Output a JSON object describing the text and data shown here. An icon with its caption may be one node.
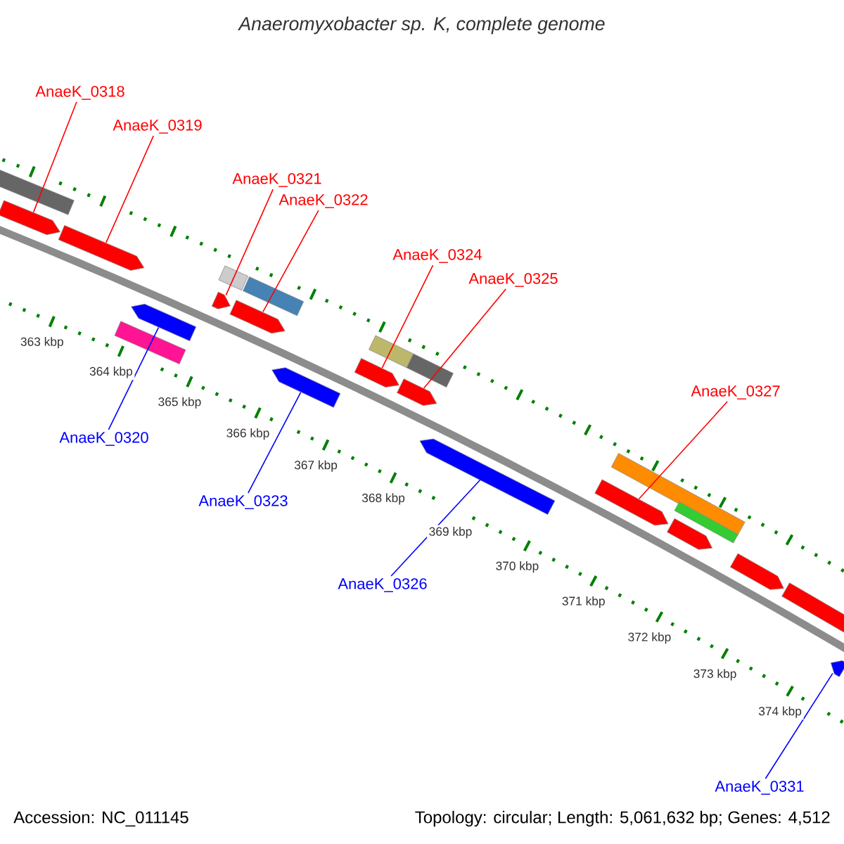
{
  "diagram": {
    "title": "Anaeromyxobacter sp. K, complete genome",
    "nodes": [
      {
        "text": [
          "AnaeK_0318"
        ]
      },
      {
        "text": [
          "AnaeK_0319"
        ]
      },
      {
        "text": [
          "AnaeK_0321"
        ]
      },
      {
        "text": [
          "AnaeK_0322"
        ]
      },
      {
        "text": [
          "AnaeK_0324"
        ]
      },
      {
        "text": [
          "AnaeK_0325"
        ]
      },
      {
        "text": [
          "AnaeK_0327"
        ]
      },
      {
        "text": [
          "AnaeK_0320"
        ]
      },
      {
        "text": [
          "AnaeK_0323"
        ]
      },
      {
        "text": [
          "AnaeK_0326"
        ]
      },
      {
        "text": [
          "AnaeK_0331"
        ]
      },
      {
        "text": [],
        "shape": "box"
      },
      {
        "text": [],
        "shape": "arrow"
      },
      {
        "text": [],
        "shape": "arrow"
      },
      {
        "text": [],
        "shape": "box"
      },
      {
        "text": [],
        "shape": "arrow"
      },
      {
        "text": [],
        "shape": "box"
      },
      {
        "text": [],
        "shape": "arrow"
      },
      {
        "text": [],
        "shape": "arrow"
      },
      {
        "text": [],
        "shape": "box"
      },
      {
        "text": [],
        "shape": "arrow"
      },
      {
        "text": [],
        "shape": "arrow"
      },
      {
        "text": [],
        "shape": "box"
      },
      {
        "text": [],
        "shape": "box"
      },
      {
        "text": [],
        "shape": "arrow"
      },
      {
        "text": [],
        "shape": "arrow"
      },
      {
        "text": [],
        "shape": "arrow"
      },
      {
        "text": [],
        "shape": "box"
      },
      {
        "text": [],
        "shape": "box"
      },
      {
        "text": [],
        "shape": "arrow"
      },
      {
        "text": [],
        "shape": "arrow"
      },
      {
        "text": [],
        "shape": "arrow"
      },
      {
        "text": [],
        "shape": "arrow"
      }
    ],
    "edges": [
      {
        "from": 0,
        "to": 12,
        "arrow": "none"
      },
      {
        "from": 1,
        "to": 13,
        "arrow": "none"
      },
      {
        "from": 2,
        "to": 17,
        "arrow": "none"
      },
      {
        "from": 3,
        "to": 18,
        "arrow": "none"
      },
      {
        "from": 4,
        "to": 21,
        "arrow": "none"
      },
      {
        "from": 5,
        "to": 24,
        "arrow": "none"
      },
      {
        "from": 6,
        "to": 26,
        "arrow": "none"
      },
      {
        "from": 7,
        "to": 15,
        "arrow": "none",
        "color": "#0000ff"
      },
      {
        "from": 8,
        "to": 20,
        "arrow": "none",
        "color": "#0000ff"
      },
      {
        "from": 9,
        "to": 25,
        "arrow": "none",
        "color": "#0000ff"
      },
      {
        "from": 10,
        "to": 32,
        "arrow": "none",
        "color": "#0000ff"
      }
    ],
    "labels": [
      "363 kbp",
      "364 kbp",
      "365 kbp",
      "366 kbp",
      "367 kbp",
      "368 kbp",
      "369 kbp",
      "370 kbp",
      "371 kbp",
      "372 kbp",
      "373 kbp",
      "374 kbp",
      "Accession: NC_011145",
      "Topology: circular; Length: 5,061,632 bp; Genes: 4,512"
    ]
  }
}
